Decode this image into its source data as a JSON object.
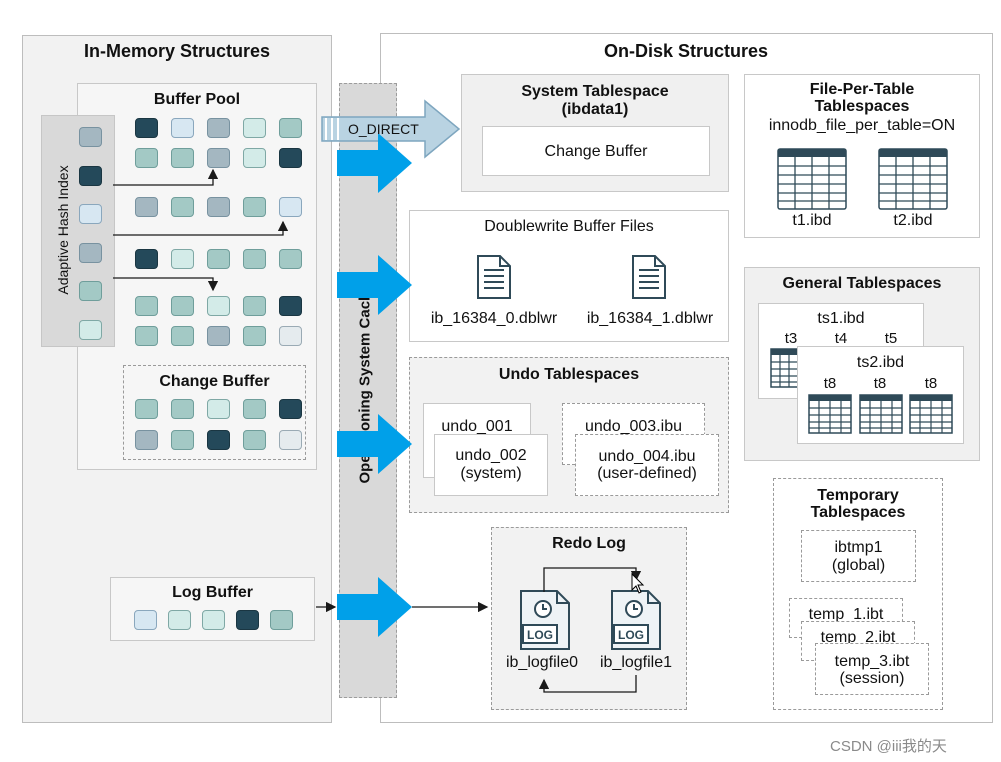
{
  "in_memory": {
    "title": "In-Memory Structures",
    "buffer_pool": {
      "title": "Buffer Pool",
      "rows": [
        [
          "dark",
          "blue",
          "slate",
          "mint",
          "teal"
        ],
        [
          "teal",
          "teal",
          "slate",
          "mint",
          "dark"
        ],
        [
          "slate",
          "teal",
          "slate",
          "teal",
          "blue"
        ],
        [
          "dark",
          "mint",
          "teal",
          "teal",
          "teal"
        ],
        [
          "teal",
          "teal",
          "mint",
          "teal",
          "dark"
        ],
        [
          "teal",
          "teal",
          "slate",
          "teal",
          "grey"
        ]
      ]
    },
    "adaptive_hash_index": {
      "label": "Adaptive Hash Index",
      "cells": [
        "slate",
        "dark",
        "blue",
        "slate",
        "teal",
        "mint"
      ]
    },
    "change_buffer": {
      "title": "Change Buffer",
      "rows": [
        [
          "teal",
          "teal",
          "mint",
          "teal",
          "dark"
        ],
        [
          "slate",
          "teal",
          "dark",
          "teal",
          "grey"
        ]
      ]
    },
    "log_buffer": {
      "title": "Log Buffer",
      "cells": [
        "blue",
        "mint",
        "mint",
        "dark",
        "teal"
      ]
    }
  },
  "os_cache": {
    "label": "Operationing System Cache"
  },
  "o_direct": {
    "label": "O_DIRECT"
  },
  "on_disk": {
    "title": "On-Disk Structures",
    "system_tablespace": {
      "title": "System Tablespace",
      "subtitle": "(ibdata1)",
      "change_buffer": "Change Buffer"
    },
    "file_per_table": {
      "title_line1": "File-Per-Table",
      "title_line2": "Tablespaces",
      "setting": "innodb_file_per_table=ON",
      "tables": [
        "t1.ibd",
        "t2.ibd"
      ]
    },
    "doublewrite": {
      "title": "Doublewrite Buffer Files",
      "files": [
        "ib_16384_0.dblwr",
        "ib_16384_1.dblwr"
      ]
    },
    "general_tablespaces": {
      "title": "General Tablespaces",
      "ts1": {
        "name": "ts1.ibd",
        "tables": [
          "t3",
          "t4",
          "t5"
        ]
      },
      "ts2": {
        "name": "ts2.ibd",
        "tables": [
          "t8",
          "t8",
          "t8"
        ]
      }
    },
    "undo": {
      "title": "Undo Tablespaces",
      "u1": "undo_001",
      "u2_line1": "undo_002",
      "u2_line2": "(system)",
      "u3": "undo_003.ibu",
      "u4_line1": "undo_004.ibu",
      "u4_line2": "(user-defined)"
    },
    "temporary": {
      "title_line1": "Temporary",
      "title_line2": "Tablespaces",
      "ibtmp_line1": "ibtmp1",
      "ibtmp_line2": "(global)",
      "temp1": "temp_1.ibt",
      "temp2": "temp_2.ibt",
      "temp3_line1": "temp_3.ibt",
      "temp3_line2": "(session)"
    },
    "redo_log": {
      "title": "Redo Log",
      "files": [
        "ib_logfile0",
        "ib_logfile1"
      ],
      "icon_text": "LOG"
    }
  },
  "watermark": "CSDN @iii我的天",
  "colors": {
    "arrow_blue": "#00a0e9",
    "dark_cell": "#24495a",
    "panel_gray": "#f1f1f1"
  }
}
